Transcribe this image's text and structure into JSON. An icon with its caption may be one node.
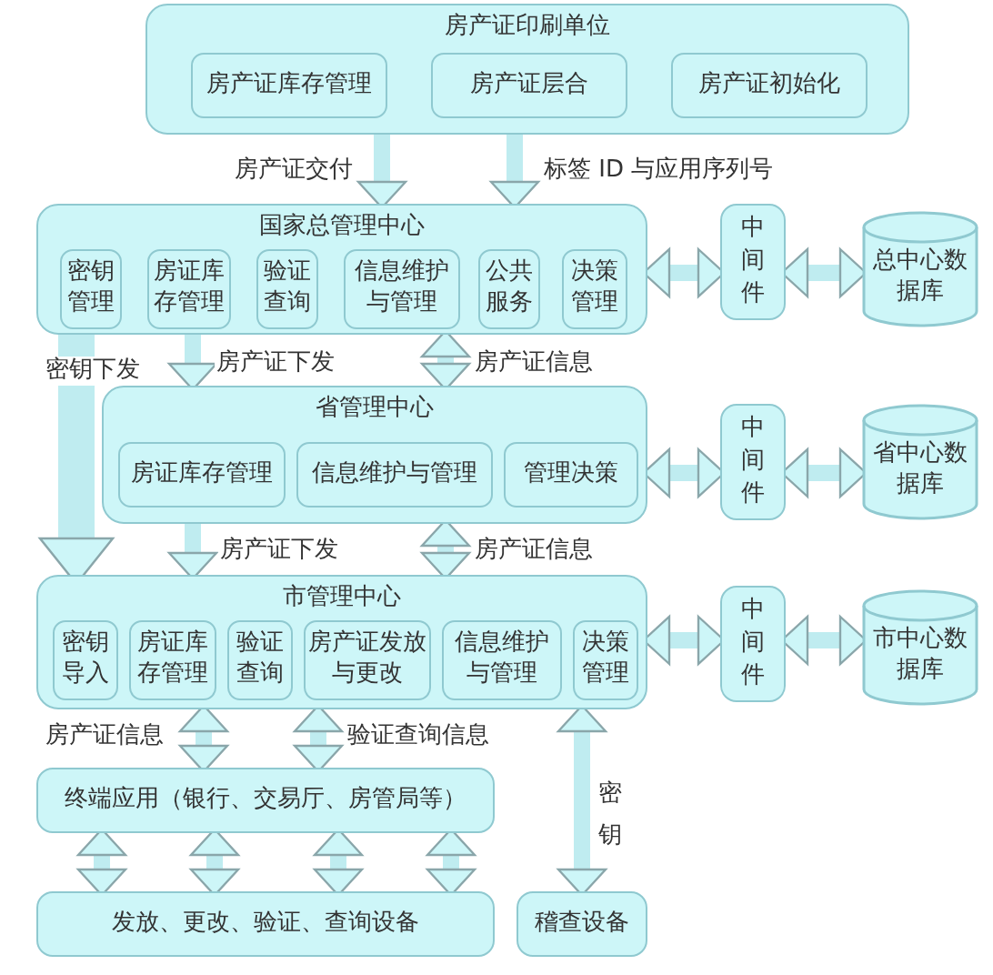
{
  "diagram": {
    "nodes": [
      {
        "text": [
          "房产证印刷单位"
        ]
      },
      {
        "text": [
          "房产证库存管理"
        ],
        "in": 0
      },
      {
        "text": [
          "房产证层合"
        ],
        "in": 0
      },
      {
        "text": [
          "房产证初始化"
        ],
        "in": 0
      },
      {
        "text": [
          "国家总管理中心"
        ]
      },
      {
        "text": [
          "密钥管理"
        ],
        "in": 4
      },
      {
        "text": [
          "房证库存管理"
        ],
        "in": 4
      },
      {
        "text": [
          "验证查询"
        ],
        "in": 4
      },
      {
        "text": [
          "信息维护与管理"
        ],
        "in": 4
      },
      {
        "text": [
          "公共服务"
        ],
        "in": 4
      },
      {
        "text": [
          "决策管理"
        ],
        "in": 4
      },
      {
        "text": [
          "中间件"
        ]
      },
      {
        "text": [
          "总中心数据库"
        ]
      },
      {
        "text": [
          "省管理中心"
        ]
      },
      {
        "text": [
          "房证库存管理"
        ],
        "in": 13
      },
      {
        "text": [
          "信息维护与管理"
        ],
        "in": 13
      },
      {
        "text": [
          "管理决策"
        ],
        "in": 13
      },
      {
        "text": [
          "中间件"
        ]
      },
      {
        "text": [
          "省中心数据库"
        ]
      },
      {
        "text": [
          "市管理中心"
        ]
      },
      {
        "text": [
          "密钥导入"
        ],
        "in": 19
      },
      {
        "text": [
          "房证库存管理"
        ],
        "in": 19
      },
      {
        "text": [
          "验证查询"
        ],
        "in": 19
      },
      {
        "text": [
          "房产证发放与更改"
        ],
        "in": 19
      },
      {
        "text": [
          "信息维护与管理"
        ],
        "in": 19
      },
      {
        "text": [
          "决策管理"
        ],
        "in": 19
      },
      {
        "text": [
          "中间件"
        ]
      },
      {
        "text": [
          "市中心数据库"
        ]
      },
      {
        "text": [
          "终端应用（银行、交易厅、房管局等）"
        ]
      },
      {
        "text": [
          "发放、更改、验证、查询设备"
        ]
      },
      {
        "text": [
          "稽查设备"
        ]
      }
    ],
    "edges": [
      {
        "from": 0,
        "to": 4,
        "arrow": "to",
        "label": "房产证交付"
      },
      {
        "from": 0,
        "to": 4,
        "arrow": "to",
        "label": "标签 ID 与应用序列号"
      },
      {
        "from": 4,
        "to": 11,
        "arrow": "both"
      },
      {
        "from": 11,
        "to": 12,
        "arrow": "both"
      },
      {
        "from": 4,
        "to": 19,
        "arrow": "to",
        "label": "密钥下发",
        "style": "thick"
      },
      {
        "from": 4,
        "to": 13,
        "arrow": "to",
        "label": "房产证下发"
      },
      {
        "from": 13,
        "to": 4,
        "arrow": "both",
        "label": "房产证信息"
      },
      {
        "from": 13,
        "to": 17,
        "arrow": "both"
      },
      {
        "from": 17,
        "to": 18,
        "arrow": "both"
      },
      {
        "from": 13,
        "to": 19,
        "arrow": "to",
        "label": "房产证下发"
      },
      {
        "from": 13,
        "to": 19,
        "arrow": "both",
        "label": "房产证信息"
      },
      {
        "from": 19,
        "to": 26,
        "arrow": "both"
      },
      {
        "from": 26,
        "to": 27,
        "arrow": "both"
      },
      {
        "from": 19,
        "to": 28,
        "arrow": "both",
        "label": "房产证信息"
      },
      {
        "from": 19,
        "to": 28,
        "arrow": "both",
        "label": "验证查询信息"
      },
      {
        "from": 19,
        "to": 30,
        "arrow": "both",
        "label": "密钥"
      },
      {
        "from": 28,
        "to": 29,
        "arrow": "both"
      },
      {
        "from": 28,
        "to": 29,
        "arrow": "both"
      },
      {
        "from": 28,
        "to": 29,
        "arrow": "both"
      },
      {
        "from": 28,
        "to": 29,
        "arrow": "both"
      }
    ]
  }
}
